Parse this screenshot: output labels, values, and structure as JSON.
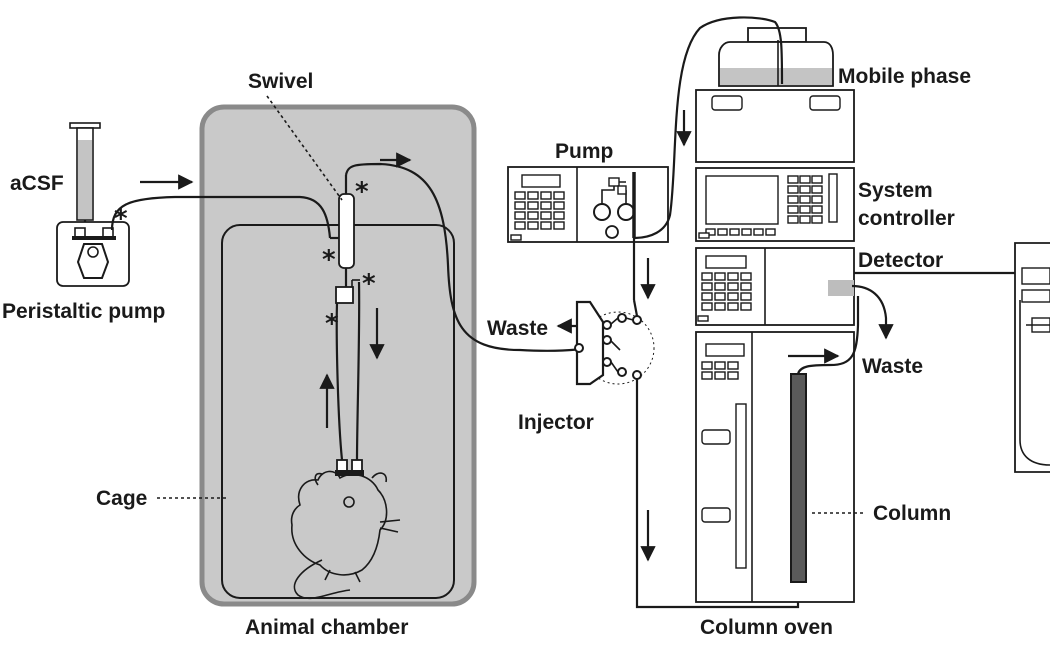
{
  "labels": {
    "acsf": "aCSF",
    "peristaltic_pump": "Peristaltic pump",
    "swivel": "Swivel",
    "cage": "Cage",
    "animal_chamber": "Animal chamber",
    "pump": "Pump",
    "waste_injector": "Waste",
    "injector": "Injector",
    "mobile_phase": "Mobile phase",
    "system_controller_1": "System",
    "system_controller_2": "controller",
    "detector": "Detector",
    "waste_detector": "Waste",
    "column": "Column",
    "column_oven": "Column oven"
  },
  "markers": {
    "asterisk": "*"
  },
  "colors": {
    "line": "#1a1a1a",
    "chamber_fill": "#c9c9c9",
    "chamber_border": "#8a8a8a",
    "column_fill": "#5a5a5a",
    "mobile_phase_fill": "#c4c4c4",
    "detector_cell": "#bdbdbd"
  }
}
